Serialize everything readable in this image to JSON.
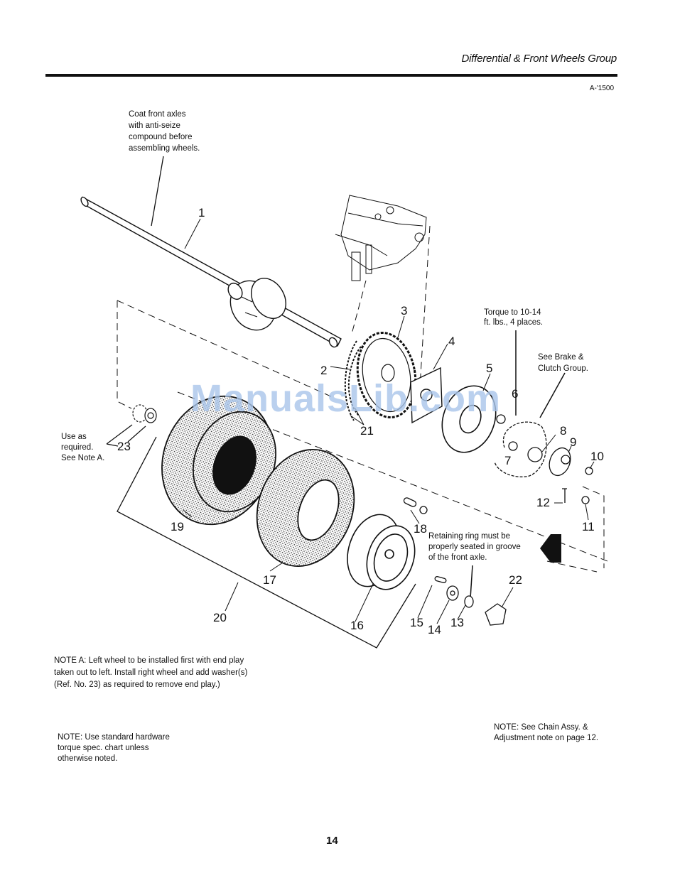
{
  "header": {
    "title": "Differential & Front Wheels Group",
    "figure_id": "A-'1500"
  },
  "callouts": {
    "coat_axles": "Coat front axles\nwith anti-seize\ncompound before\nassembling wheels.",
    "torque": "Torque to 10-14\nft. lbs., 4 places.",
    "brake_clutch": "See Brake &\nClutch Group.",
    "use_as_required": "Use as\nrequired.\nSee Note A.",
    "retaining_ring": "Retaining ring must be\nproperly seated in groove\nof the front axle."
  },
  "notes": {
    "note_a": "NOTE A: Left wheel to be installed first with end play\ntaken out to left. Install right wheel and add washer(s)\n(Ref. No. 23) as required to remove end play.)",
    "hardware": "NOTE: Use standard hardware\ntorque spec. chart unless\notherwise noted.",
    "chain": "NOTE: See Chain Assy. &\nAdjustment note on page 12."
  },
  "part_numbers": {
    "p1": "1",
    "p2": "2",
    "p3": "3",
    "p4": "4",
    "p5": "5",
    "p6": "6",
    "p7": "7",
    "p8": "8",
    "p9": "9",
    "p10": "10",
    "p11": "11",
    "p12": "12",
    "p13": "13",
    "p14": "14",
    "p15": "15",
    "p16": "16",
    "p17": "17",
    "p18": "18",
    "p19": "19",
    "p20": "20",
    "p21": "21",
    "p22": "22",
    "p23": "23"
  },
  "parts_shown": [
    {
      "ref": "1",
      "part": "front axle / differential"
    },
    {
      "ref": "2",
      "part": "chain"
    },
    {
      "ref": "3",
      "part": "sprocket"
    },
    {
      "ref": "4",
      "part": "plate"
    },
    {
      "ref": "5",
      "part": "brake drum"
    },
    {
      "ref": "16",
      "part": "rim"
    },
    {
      "ref": "17",
      "part": "inner tube"
    },
    {
      "ref": "19",
      "part": "tire"
    },
    {
      "ref": "20",
      "part": "wheel assembly"
    },
    {
      "ref": "22",
      "part": "hub cap"
    },
    {
      "ref": "23",
      "part": "washer"
    }
  ],
  "watermark": "ManualsLib.com",
  "page_number": "14"
}
